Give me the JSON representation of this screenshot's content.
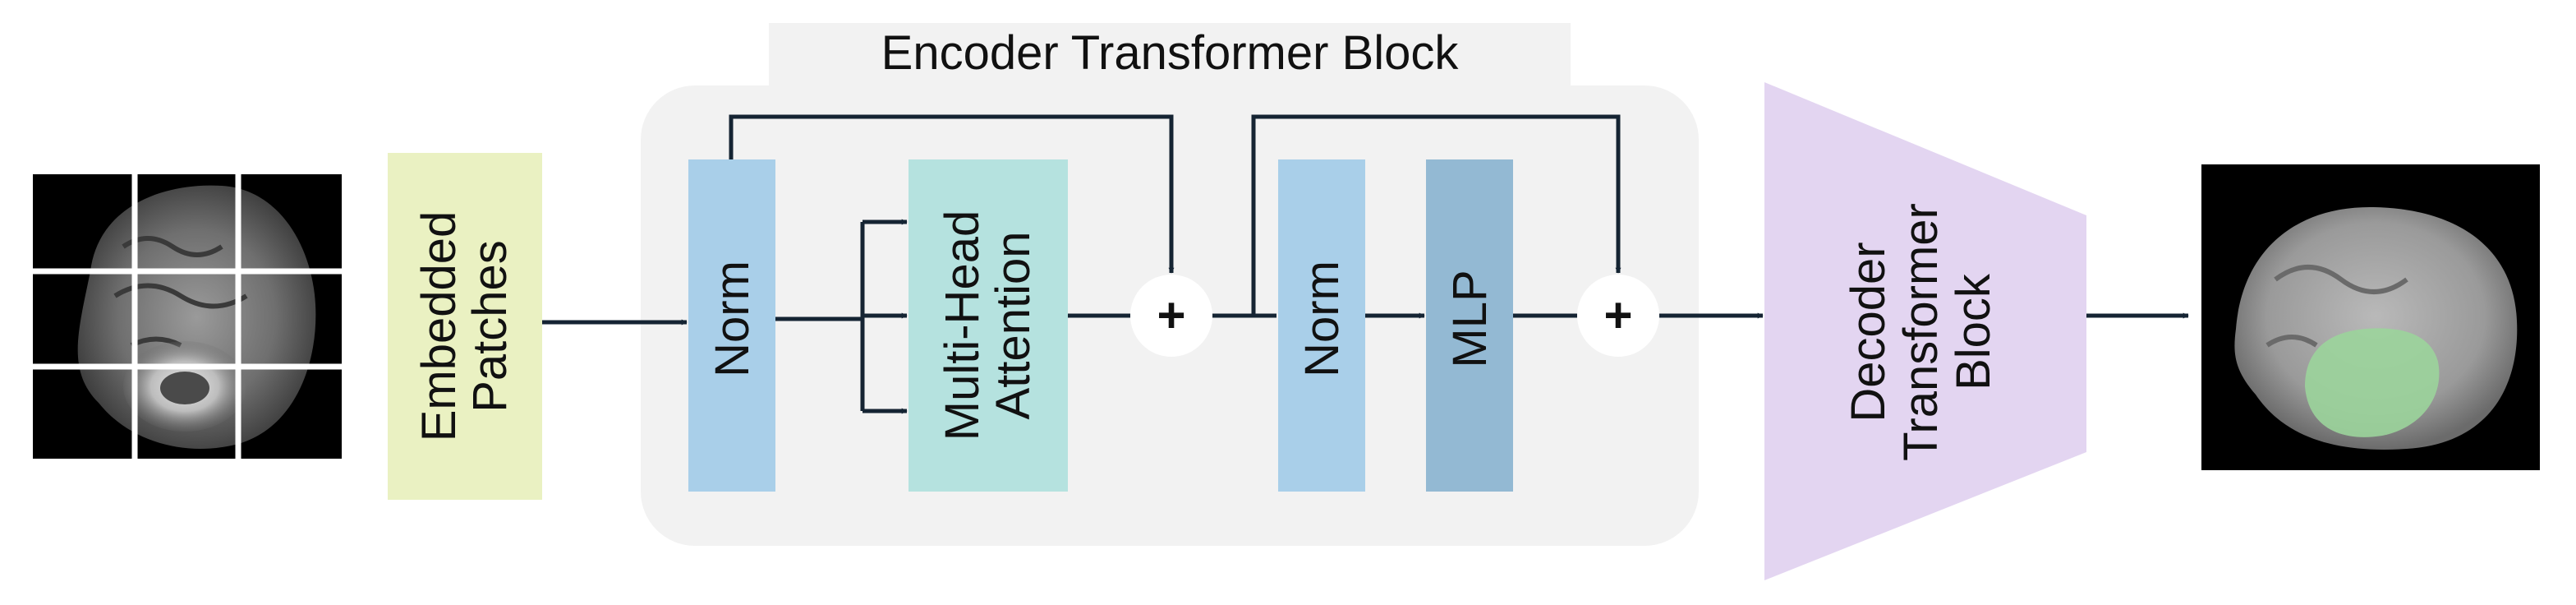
{
  "encoder": {
    "title": "Encoder Transformer Block",
    "norm1_label": "Norm",
    "mha_label_line1": "Multi-Head",
    "mha_label_line2": "Attention",
    "add1_label": "+",
    "norm2_label": "Norm",
    "mlp_label": "MLP",
    "add2_label": "+"
  },
  "embedded_patches": {
    "line1": "Embedded",
    "line2": "Patches"
  },
  "decoder": {
    "line1": "Decoder",
    "line2": "Transformer",
    "line3": "Block"
  },
  "colors": {
    "encoder_panel": "#f2f2f2",
    "embedded_patches": "#eaf1c2",
    "norm": "#a9cfe9",
    "mha": "#b5e2df",
    "mlp": "#93b9d3",
    "decoder": "#e3d5f1",
    "arrow": "#152433",
    "segmentation": "#9bd49b"
  }
}
